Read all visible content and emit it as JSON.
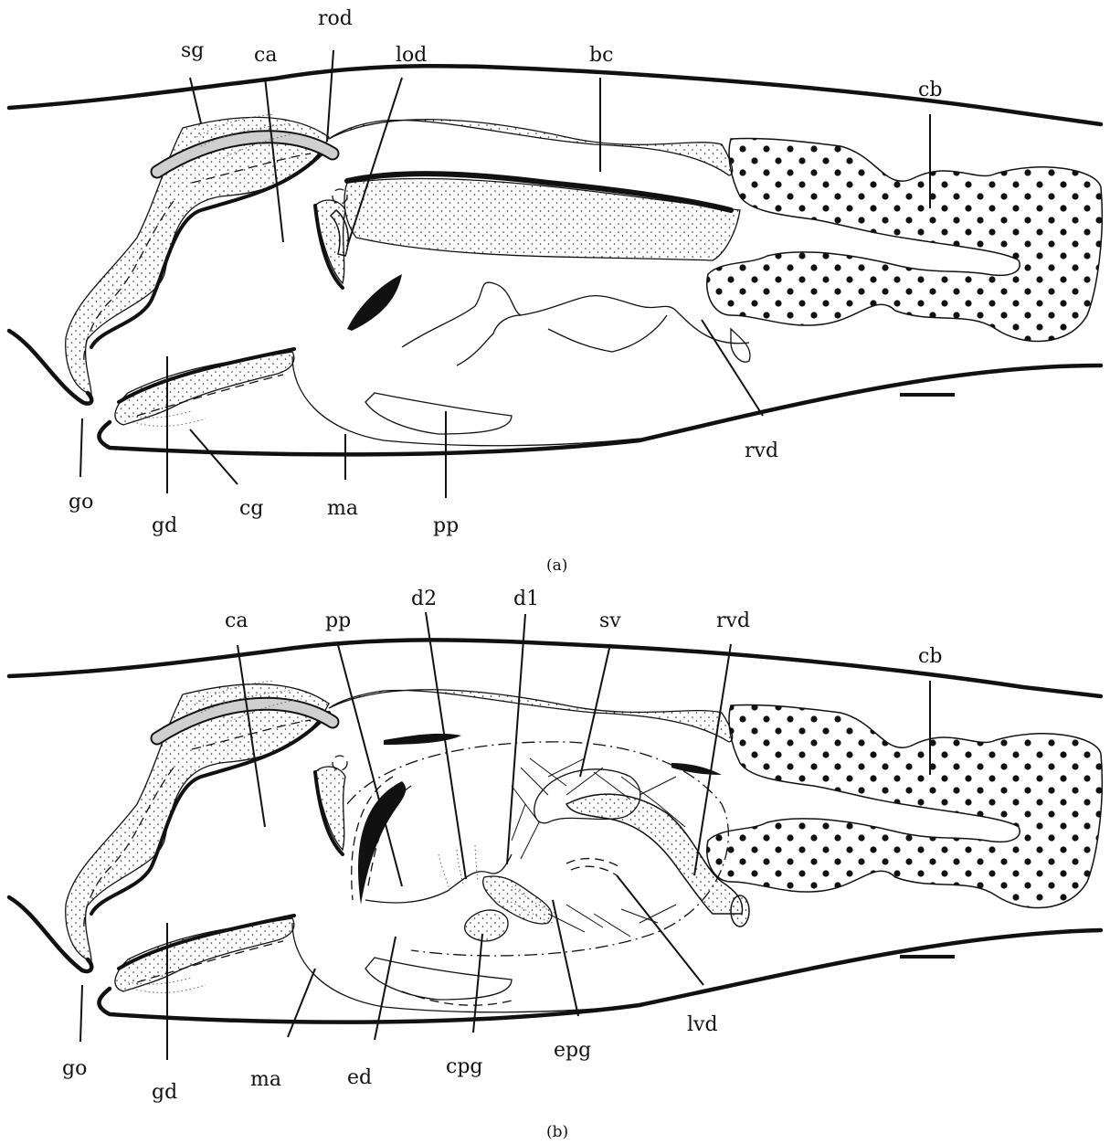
{
  "panels": [
    {
      "id": "a",
      "caption": "(a)",
      "labels": {
        "sg": "sg",
        "ca": "ca",
        "rod": "rod",
        "lod": "lod",
        "bc": "bc",
        "cb": "cb",
        "go": "go",
        "gd": "gd",
        "cg": "cg",
        "ma": "ma",
        "pp": "pp",
        "rvd": "rvd"
      }
    },
    {
      "id": "b",
      "caption": "(b)",
      "labels": {
        "ca": "ca",
        "pp": "pp",
        "d2": "d2",
        "d1": "d1",
        "sv": "sv",
        "rvd": "rvd",
        "cb": "cb",
        "go": "go",
        "gd": "gd",
        "ma": "ma",
        "ed": "ed",
        "cpg": "cpg",
        "epg": "epg",
        "lvd": "lvd"
      }
    }
  ]
}
